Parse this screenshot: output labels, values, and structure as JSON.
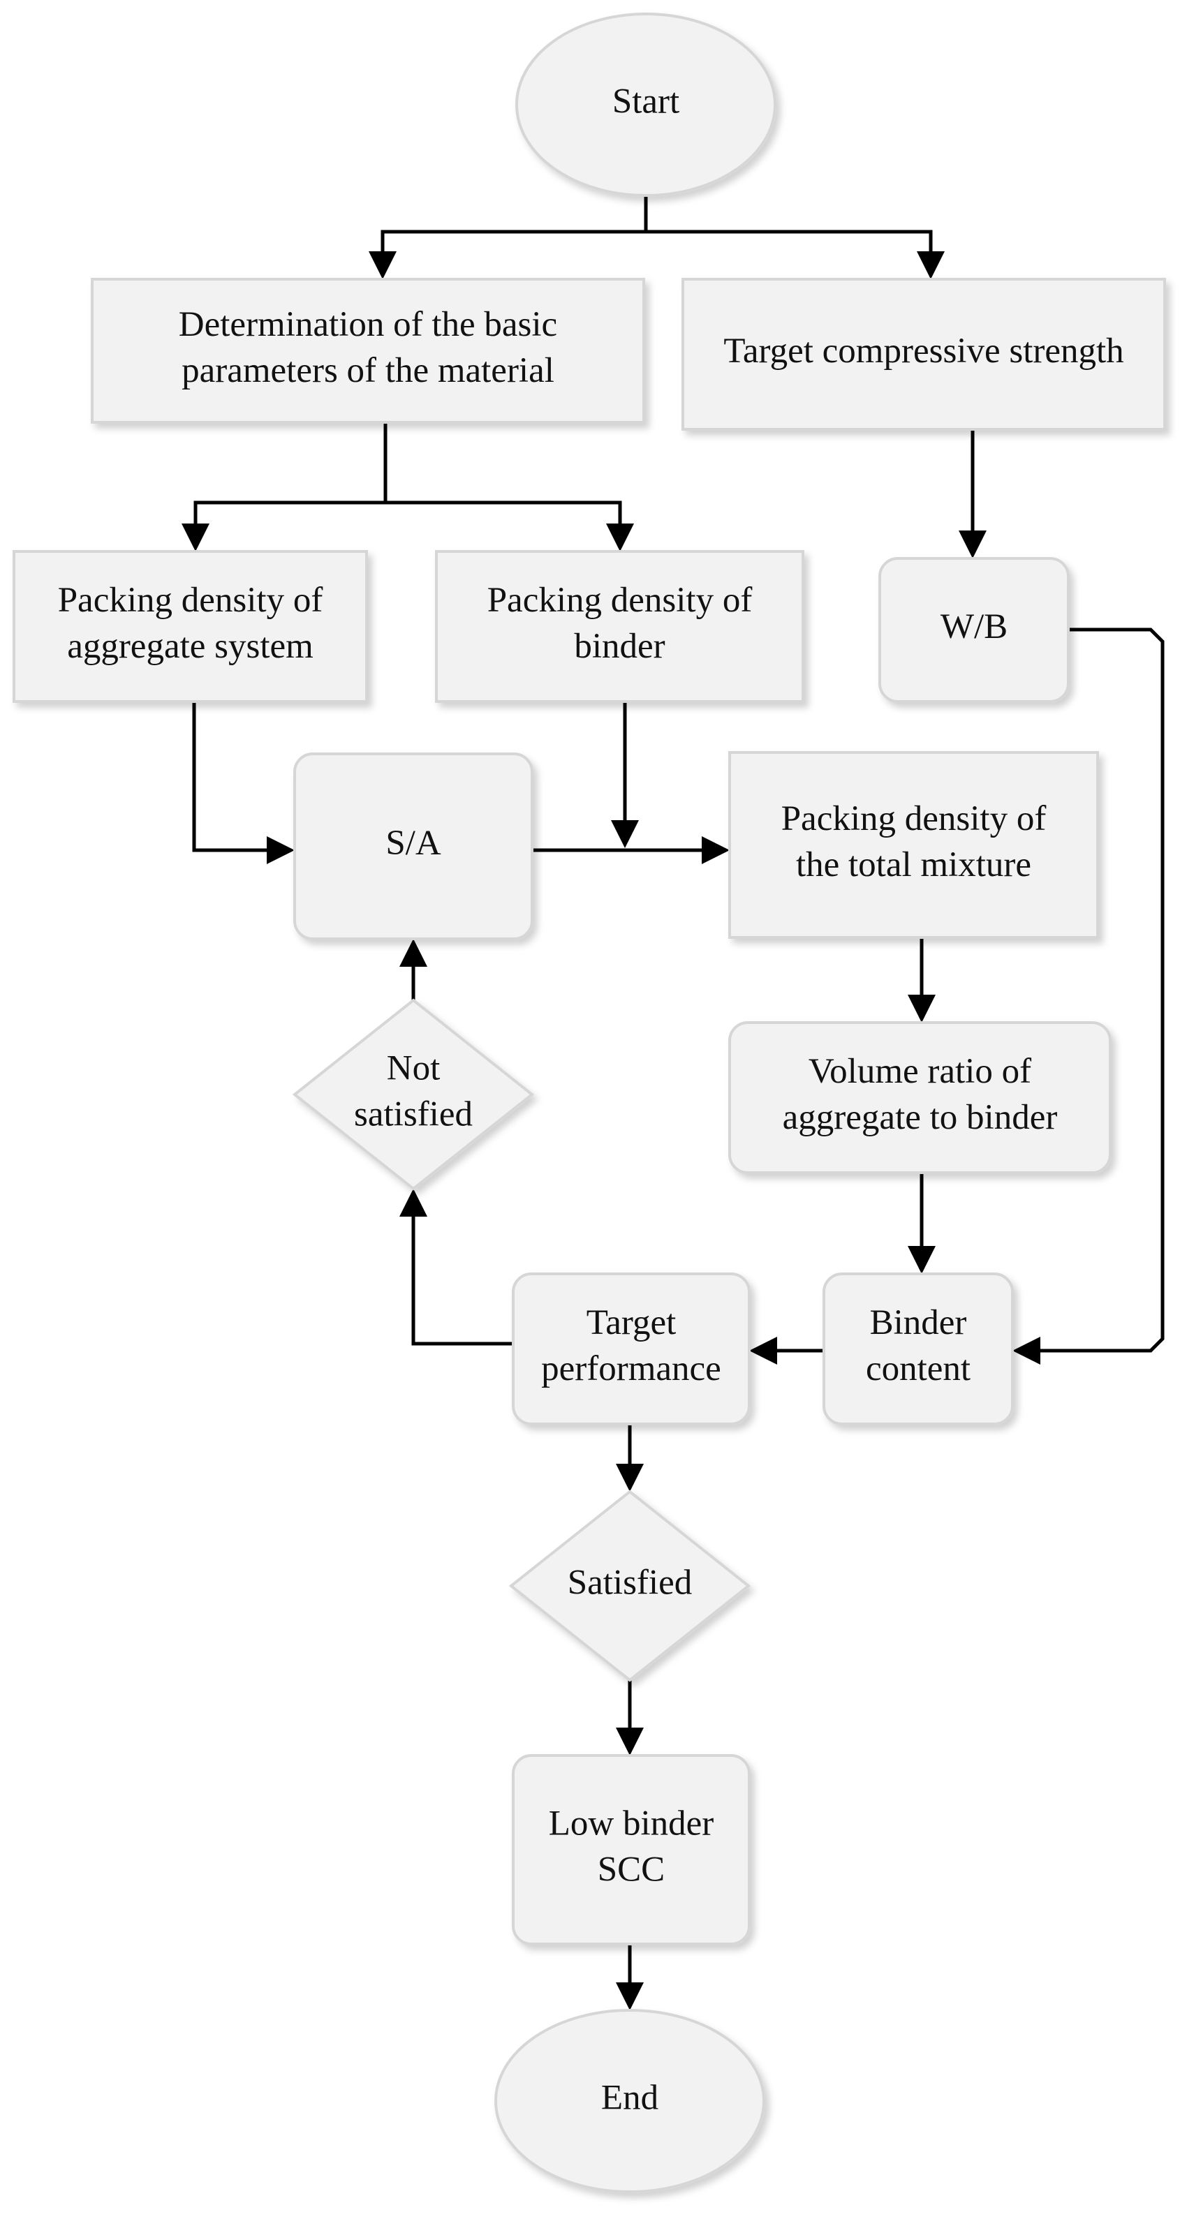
{
  "nodes": {
    "start": [
      "Start"
    ],
    "basic_params": [
      "Determination of the basic",
      "parameters of the material"
    ],
    "target_strength": [
      "Target compressive strength"
    ],
    "packing_aggregate": [
      "Packing density of",
      "aggregate system"
    ],
    "packing_binder": [
      "Packing density of",
      "binder"
    ],
    "wb": [
      "W/B"
    ],
    "sa": [
      "S/A"
    ],
    "packing_total": [
      "Packing density of",
      "the total mixture"
    ],
    "volume_ratio": [
      "Volume ratio of",
      "aggregate to binder"
    ],
    "not_satisfied": [
      "Not",
      "satisfied"
    ],
    "target_performance": [
      "Target",
      "performance"
    ],
    "binder_content": [
      "Binder",
      "content"
    ],
    "satisfied": [
      "Satisfied"
    ],
    "low_binder_scc": [
      "Low binder",
      "SCC"
    ],
    "end": [
      "End"
    ]
  },
  "edges": [
    {
      "from": "start",
      "to": "basic_params"
    },
    {
      "from": "start",
      "to": "target_strength"
    },
    {
      "from": "basic_params",
      "to": "packing_aggregate"
    },
    {
      "from": "basic_params",
      "to": "packing_binder"
    },
    {
      "from": "target_strength",
      "to": "wb"
    },
    {
      "from": "packing_aggregate",
      "to": "sa"
    },
    {
      "from": "packing_binder",
      "to": "packing_total"
    },
    {
      "from": "sa",
      "to": "packing_total"
    },
    {
      "from": "packing_total",
      "to": "volume_ratio"
    },
    {
      "from": "volume_ratio",
      "to": "binder_content"
    },
    {
      "from": "wb",
      "to": "binder_content"
    },
    {
      "from": "binder_content",
      "to": "target_performance"
    },
    {
      "from": "target_performance",
      "to": "not_satisfied"
    },
    {
      "from": "not_satisfied",
      "to": "sa"
    },
    {
      "from": "target_performance",
      "to": "satisfied"
    },
    {
      "from": "satisfied",
      "to": "low_binder_scc"
    },
    {
      "from": "low_binder_scc",
      "to": "end"
    }
  ]
}
